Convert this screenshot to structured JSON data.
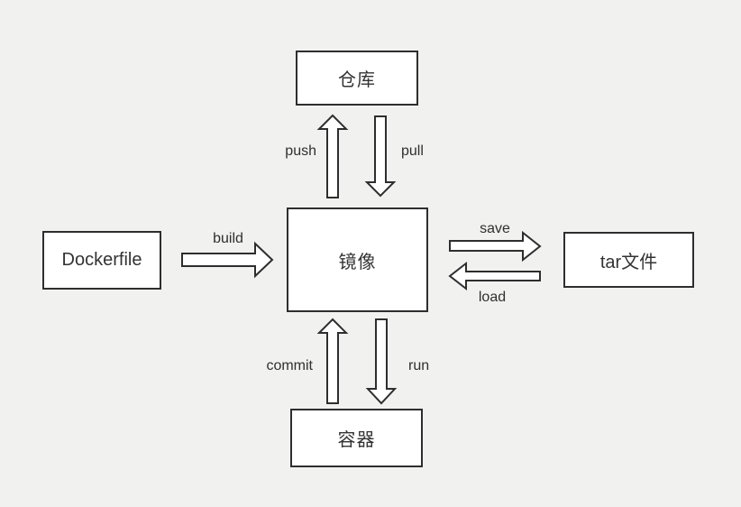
{
  "diagram": {
    "nodes": {
      "repository": "仓库",
      "image": "镜像",
      "dockerfile": "Dockerfile",
      "tarfile": "tar文件",
      "container": "容器"
    },
    "edges": {
      "push": "push",
      "pull": "pull",
      "build": "build",
      "save": "save",
      "load": "load",
      "commit": "commit",
      "run": "run"
    },
    "colors": {
      "background": "#f1f1f0",
      "node_fill": "#ffffff",
      "stroke": "#2e2e2e",
      "text": "#333333"
    }
  }
}
